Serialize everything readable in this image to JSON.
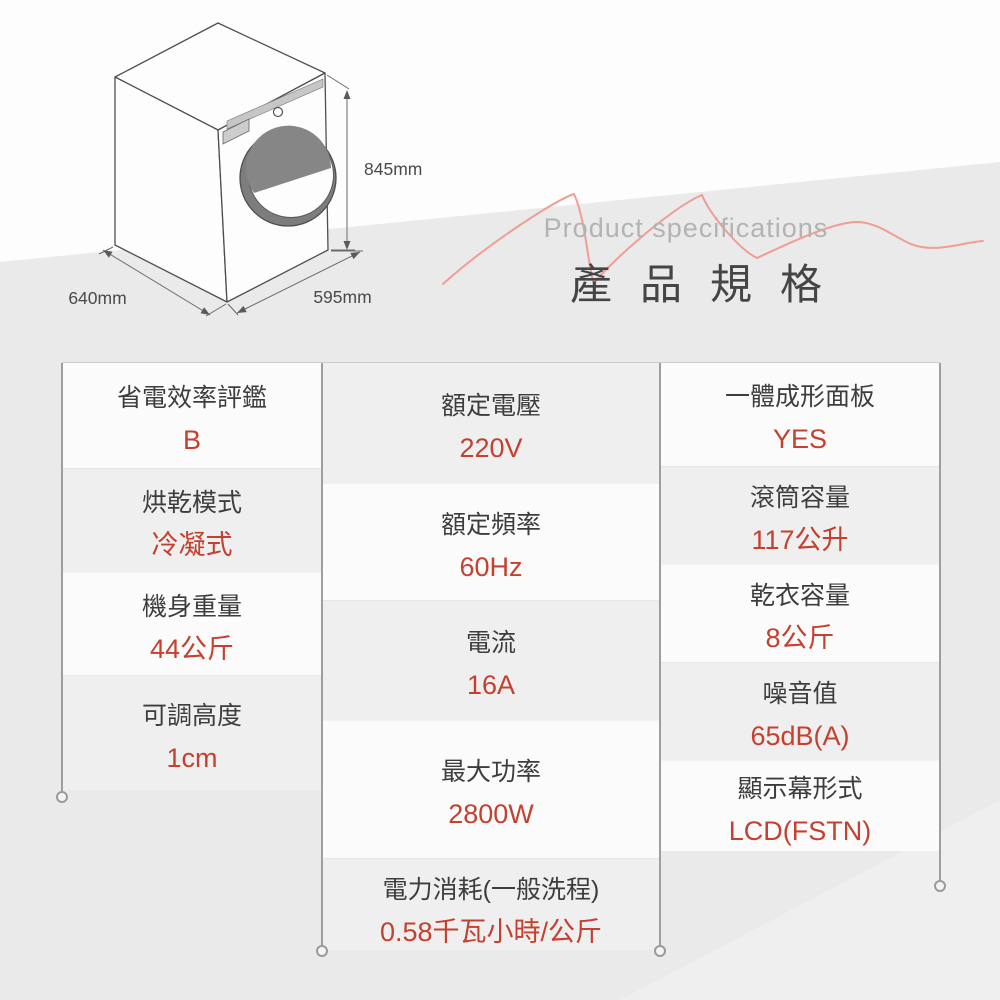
{
  "header": {
    "subtitle": "Product specifications",
    "title": "產品規格"
  },
  "illustration": {
    "height_label": "845mm",
    "depth_label": "640mm",
    "width_label": "595mm"
  },
  "spec_table": {
    "columns": [
      {
        "cells": [
          {
            "label": "省電效率評鑑",
            "value": "B"
          },
          {
            "label": "烘乾模式",
            "value": "冷凝式"
          },
          {
            "label": "機身重量",
            "value": "44公斤"
          },
          {
            "label": "可調高度",
            "value": "1cm"
          }
        ]
      },
      {
        "cells": [
          {
            "label": "額定電壓",
            "value": "220V"
          },
          {
            "label": "額定頻率",
            "value": "60Hz"
          },
          {
            "label": "電流",
            "value": "16A"
          },
          {
            "label": "最大功率",
            "value": "2800W"
          },
          {
            "label": "電力消耗(一般洗程)",
            "value": "0.58千瓦小時/公斤"
          }
        ]
      },
      {
        "cells": [
          {
            "label": "一體成形面板",
            "value": "YES"
          },
          {
            "label": "滾筒容量",
            "value": "117公升"
          },
          {
            "label": "乾衣容量",
            "value": "8公斤"
          },
          {
            "label": "噪音值",
            "value": "65dB(A)"
          },
          {
            "label": "顯示幕形式",
            "value": "LCD(FSTN)"
          }
        ]
      }
    ]
  },
  "colors": {
    "value_red": "#c4402f",
    "label_gray": "#3d3d3d",
    "wave_red": "#f0998f",
    "cell_white": "#fbfbfb",
    "cell_gray": "#efefef",
    "page_gray": "#eaeaea"
  }
}
